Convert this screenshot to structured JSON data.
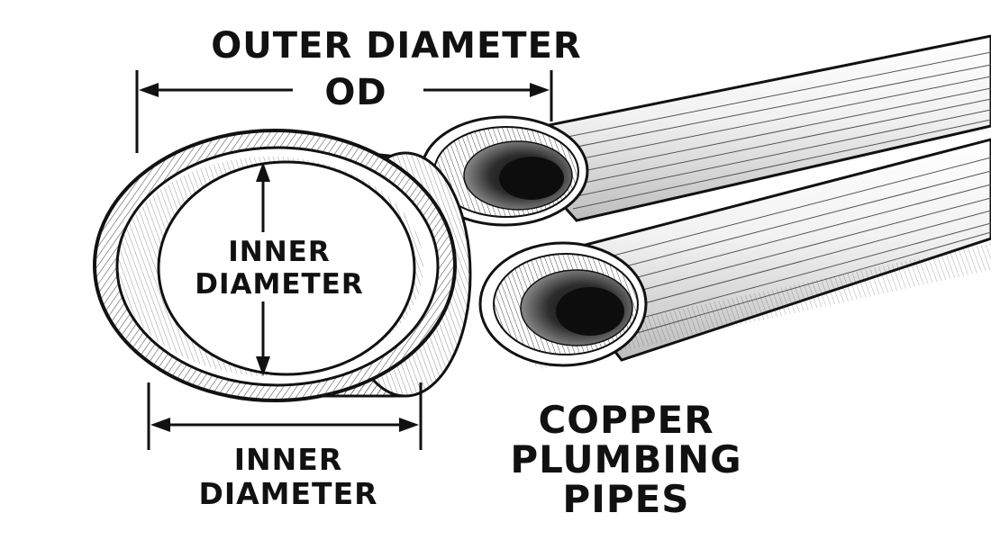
{
  "labels": {
    "outer_diameter": "OUTER DIAMETER",
    "od": "OD",
    "inner_diameter_center": [
      "INNER",
      "DIAMETER"
    ],
    "inner_diameter_bottom": [
      "INNER",
      "DIAMETER"
    ],
    "title": [
      "COPPER",
      "PLUMBING",
      "PIPES"
    ]
  },
  "colors": {
    "ink": "#111111",
    "background": "#ffffff"
  }
}
